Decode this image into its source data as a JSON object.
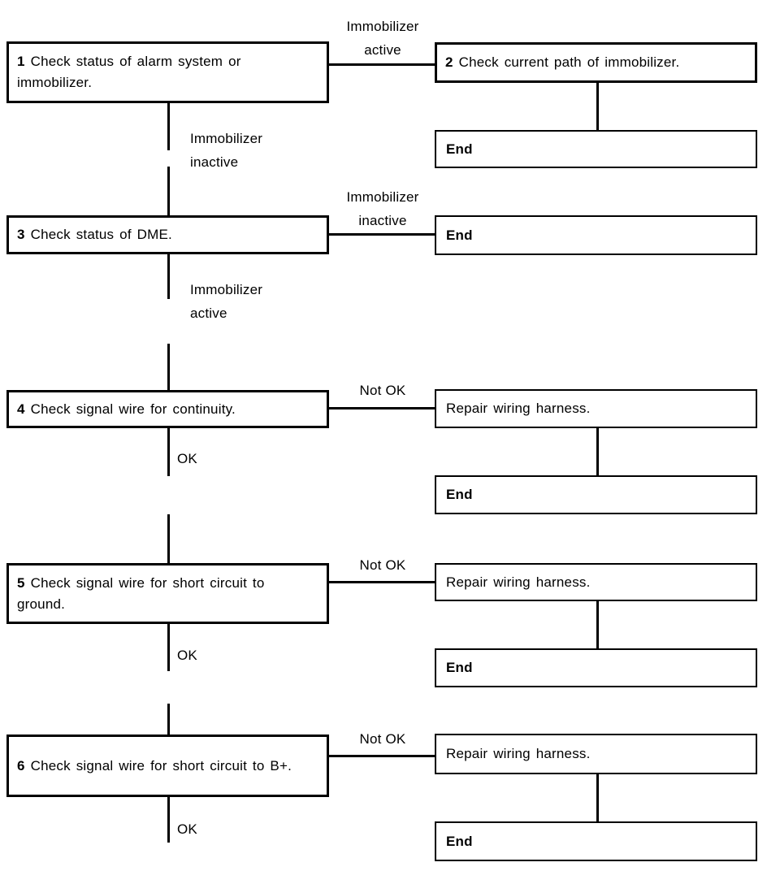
{
  "flowchart": {
    "steps": [
      {
        "num": "1",
        "text": "Check status of alarm system or immobilizer."
      },
      {
        "num": "2",
        "text": "Check current path of immobilizer."
      },
      {
        "num": "3",
        "text": "Check status of DME."
      },
      {
        "num": "4",
        "text": "Check signal wire for continuity."
      },
      {
        "num": "5",
        "text": "Check signal wire for short circuit to ground."
      },
      {
        "num": "6",
        "text": "Check signal wire for short circuit to B+."
      }
    ],
    "end_label": "End",
    "repair_label": "Repair wiring harness.",
    "branch_labels": {
      "immobilizer": "Immobilizer",
      "active": "active",
      "inactive": "inactive",
      "ok": "OK",
      "not_ok": "Not OK"
    },
    "colors": {
      "line": "#000000",
      "background": "#ffffff",
      "text": "#000000"
    }
  }
}
